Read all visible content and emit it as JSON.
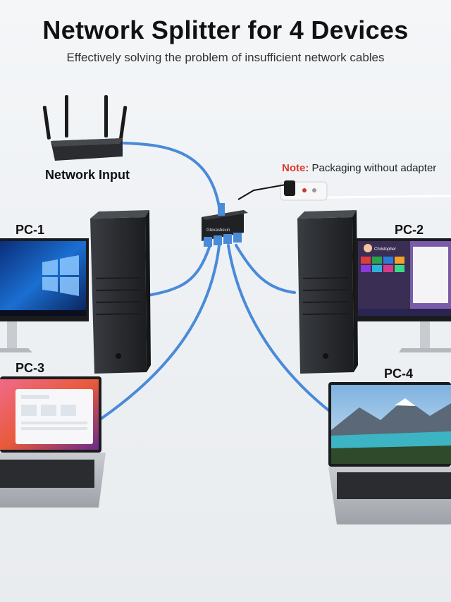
{
  "header": {
    "title": "Network Splitter for 4 Devices",
    "subtitle": "Effectively solving the problem of insufficient network cables"
  },
  "labels": {
    "network_input": "Network Input",
    "pc1": "PC-1",
    "pc2": "PC-2",
    "pc3": "PC-3",
    "pc4": "PC-4"
  },
  "note": {
    "prefix": "Note:",
    "text": " Packaging without adapter"
  },
  "device": {
    "brand": "Gtexasbesin"
  },
  "pc2_screen": {
    "user_name": "Christopher"
  },
  "colors": {
    "cable": "#4a8ad8",
    "note_red": "#d93a2b",
    "splitter": "#1f2124",
    "tower": "#2b2d31"
  }
}
